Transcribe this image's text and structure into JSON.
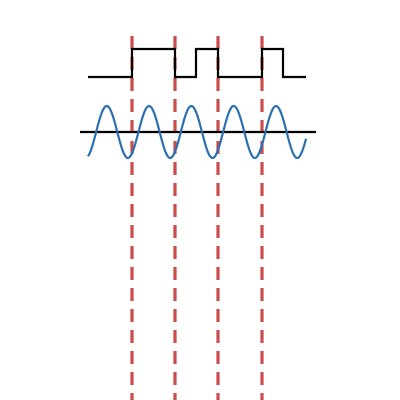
{
  "diagram": {
    "square_wave": {
      "levels": [
        0,
        1,
        0,
        1,
        0,
        1,
        0
      ],
      "color": "#000000"
    },
    "sine_wave": {
      "cycles": 5,
      "color": "#2b6fb1"
    },
    "baseline": {
      "color": "#000000"
    },
    "markers": {
      "count": 4,
      "color": "#cc4b4b"
    }
  }
}
